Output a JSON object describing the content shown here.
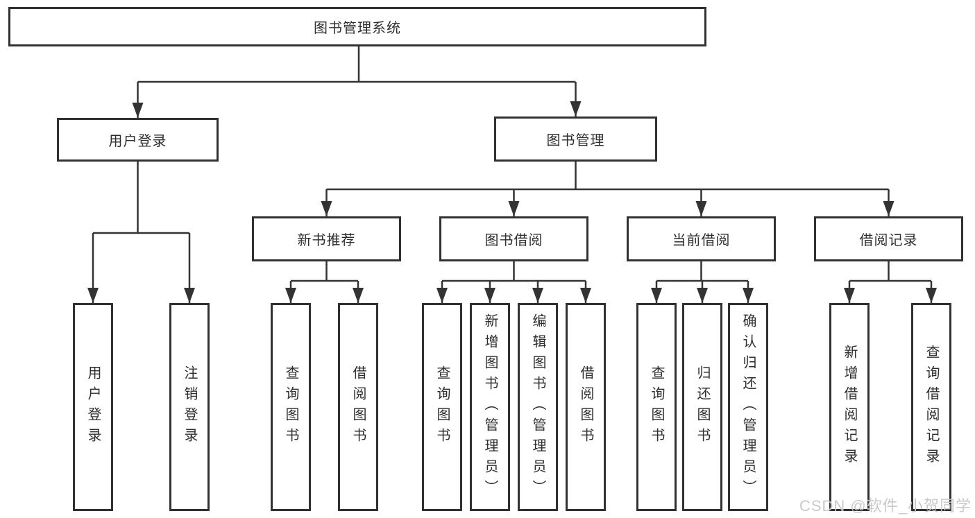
{
  "diagram": {
    "root": {
      "label": "图书管理系统"
    },
    "level2": [
      {
        "label": "用户登录"
      },
      {
        "label": "图书管理"
      }
    ],
    "level3": [
      {
        "label": "新书推荐"
      },
      {
        "label": "图书借阅"
      },
      {
        "label": "当前借阅"
      },
      {
        "label": "借阅记录"
      }
    ],
    "leaves": [
      {
        "label": "用户登录"
      },
      {
        "label": "注销登录"
      },
      {
        "label": "查询图书"
      },
      {
        "label": "借阅图书"
      },
      {
        "label": "查询图书"
      },
      {
        "label": "新增图书（管理员）"
      },
      {
        "label": "编辑图书（管理员）"
      },
      {
        "label": "借阅图书"
      },
      {
        "label": "查询图书"
      },
      {
        "label": "归还图书"
      },
      {
        "label": "确认归还（管理员）"
      },
      {
        "label": "新增借阅记录"
      },
      {
        "label": "查询借阅记录"
      }
    ]
  },
  "watermark": {
    "text": "CSDN @软件_小贺同学"
  },
  "colors": {
    "line": "#333333",
    "border": "#313131",
    "text": "#2e2e2e",
    "watermark": "#c6c6c6",
    "background": "#ffffff"
  }
}
